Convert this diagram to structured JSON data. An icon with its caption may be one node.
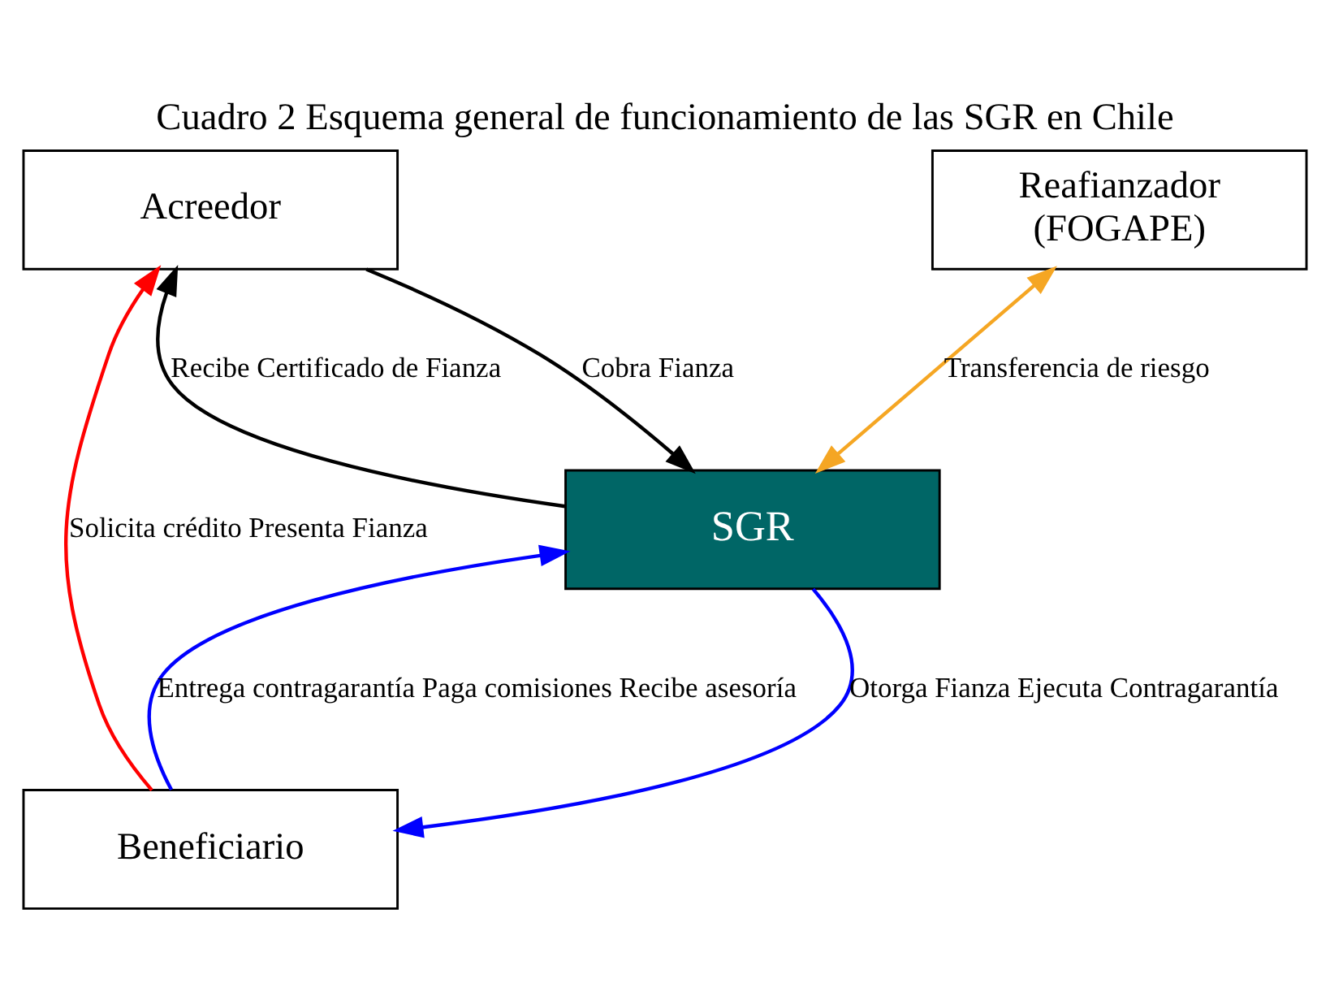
{
  "diagram": {
    "title": "Cuadro 2 Esquema general de funcionamiento de las SGR en Chile",
    "nodes": [
      {
        "text": [
          "Acreedor"
        ]
      },
      {
        "text": [
          "Reafianzador",
          "(FOGAPE)"
        ]
      },
      {
        "text": [
          "SGR"
        ]
      },
      {
        "text": [
          "Beneficiario"
        ]
      }
    ],
    "edges": [
      {
        "from": 2,
        "to": 0,
        "arrow": "to",
        "label": "Recibe Certificado de Fianza"
      },
      {
        "from": 0,
        "to": 2,
        "arrow": "to",
        "label": "Cobra Fianza"
      },
      {
        "from": 1,
        "to": 2,
        "arrow": "both",
        "label": "Transferencia de riesgo",
        "color": "#f5a623"
      },
      {
        "from": 2,
        "to": 3,
        "arrow": "to",
        "label": "Otorga Fianza Ejecuta Contragarantía",
        "color": "#0000ff"
      },
      {
        "from": 3,
        "to": 2,
        "arrow": "to",
        "label": "Entrega contragarantía Paga comisiones Recibe asesoría",
        "color": "#0000ff"
      },
      {
        "from": 3,
        "to": 0,
        "arrow": "to",
        "label": "Solicita crédito Presenta Fianza",
        "color": "#ff0000"
      }
    ]
  }
}
